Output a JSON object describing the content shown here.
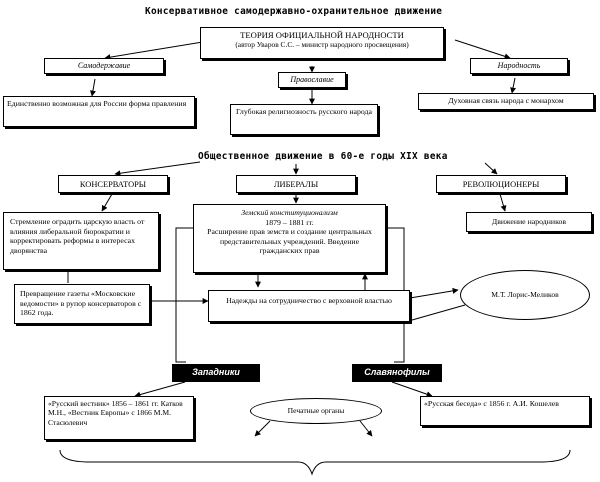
{
  "top_title": "Консервативное самодержавно-охранительное движение",
  "theory": {
    "title": "ТЕОРИЯ ОФИЦИАЛЬНОЙ НАРОДНОСТИ",
    "author": "(автор Уваров С.С. – министр народного просвещения)"
  },
  "principles": {
    "autocracy": "Самодержавие",
    "orthodoxy": "Православие",
    "nationality": "Народность"
  },
  "principle_desc": {
    "autocracy": "Единственно возможная для России форма правления",
    "orthodoxy": "Глубокая религиозность русского народа",
    "nationality": "Духовная связь народа с монархом"
  },
  "middle_title": "Общественное движение в 60-е годы XIX века",
  "groups": {
    "conservatives": "КОНСЕРВАТОРЫ",
    "liberals": "ЛИБЕРАЛЫ",
    "revolutionaries": "РЕВОЛЮЦИОНЕРЫ"
  },
  "conservatives_goal": "Стремление оградить царскую власть от влияния либеральной бюрократии и корректировать реформы в интересах дворянства",
  "conservatives_newspaper": "Превращение газеты «Московские ведомости» в рупор консерваторов с 1862 года.",
  "zemstvo": {
    "title": "Земский конституционализм",
    "years": "1879 – 1881 гг.",
    "text": "Расширение прав земств и создание центральных представительных учреждений. Введение гражданских прав"
  },
  "hopes": "Надежды на сотрудничество с верховной властью",
  "loris": "М.Т. Лорис-Меликов",
  "revolutionaries_movement": "Движение народников",
  "westerners": "Западники",
  "slavophiles": "Славянофилы",
  "westerners_press": "«Русский вестник» 1856 – 1861 гг. Катков М.Н., «Вестник Европы» с 1866 М.М. Стасюлевич",
  "slavophiles_press": "«Русская беседа» с 1856 г. А.И. Кошелев",
  "press_organs": "Печатные органы"
}
